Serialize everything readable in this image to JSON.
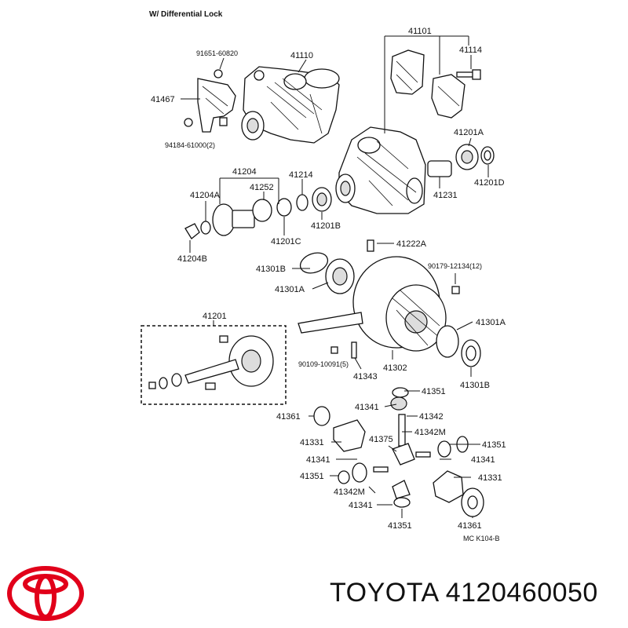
{
  "title": "W/ Differential Lock",
  "brand": {
    "name": "TOYOTA",
    "part_number": "4120460050",
    "logo_color": "#e1001a"
  },
  "diagram_code": "MC K104-B",
  "labels": {
    "l41101": "41101",
    "l91651": "91651-60820",
    "l41110": "41110",
    "l41114": "41114",
    "l41467": "41467",
    "l94184": "94184-61000(2)",
    "l41201A_a": "41201A",
    "l41204": "41204",
    "l41214": "41214",
    "l41204A": "41204A",
    "l41252": "41252",
    "l41201D": "41201D",
    "l41231": "41231",
    "l41201B_a": "41201B",
    "l41201C": "41201C",
    "l41204B": "41204B",
    "l41222A": "41222A",
    "l41301B_a": "41301B",
    "l90179": "90179-12134(12)",
    "l41301A_a": "41301A",
    "l41201": "41201",
    "l41301A_b": "41301A",
    "l90109": "90109-10091(5)",
    "l41302": "41302",
    "l41343": "41343",
    "l41301B_b": "41301B",
    "l41351_a": "41351",
    "l41341_a": "41341",
    "l41342": "41342",
    "l41361_a": "41361",
    "l41342M_a": "41342M",
    "l41375": "41375",
    "l41331_a": "41331",
    "l41351_b": "41351",
    "l41341_b": "41341",
    "l41341_c": "41341",
    "l41351_c": "41351",
    "l41331_b": "41331",
    "l41342M_b": "41342M",
    "l41341_d": "41341",
    "l41351_d": "41351",
    "l41361_b": "41361"
  }
}
